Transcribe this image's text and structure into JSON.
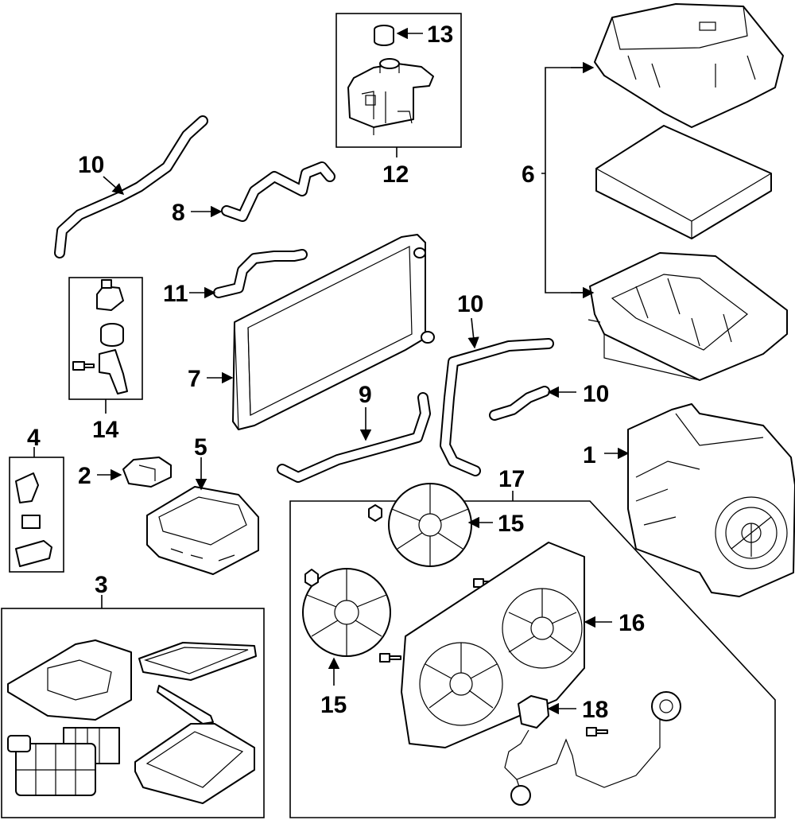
{
  "callouts": {
    "c1": "1",
    "c2": "2",
    "c3": "3",
    "c4": "4",
    "c5": "5",
    "c6": "6",
    "c7": "7",
    "c8": "8",
    "c9": "9",
    "c10a": "10",
    "c10b": "10",
    "c10c": "10",
    "c11": "11",
    "c12": "12",
    "c13": "13",
    "c14": "14",
    "c15a": "15",
    "c15b": "15",
    "c16": "16",
    "c17": "17",
    "c18": "18"
  }
}
